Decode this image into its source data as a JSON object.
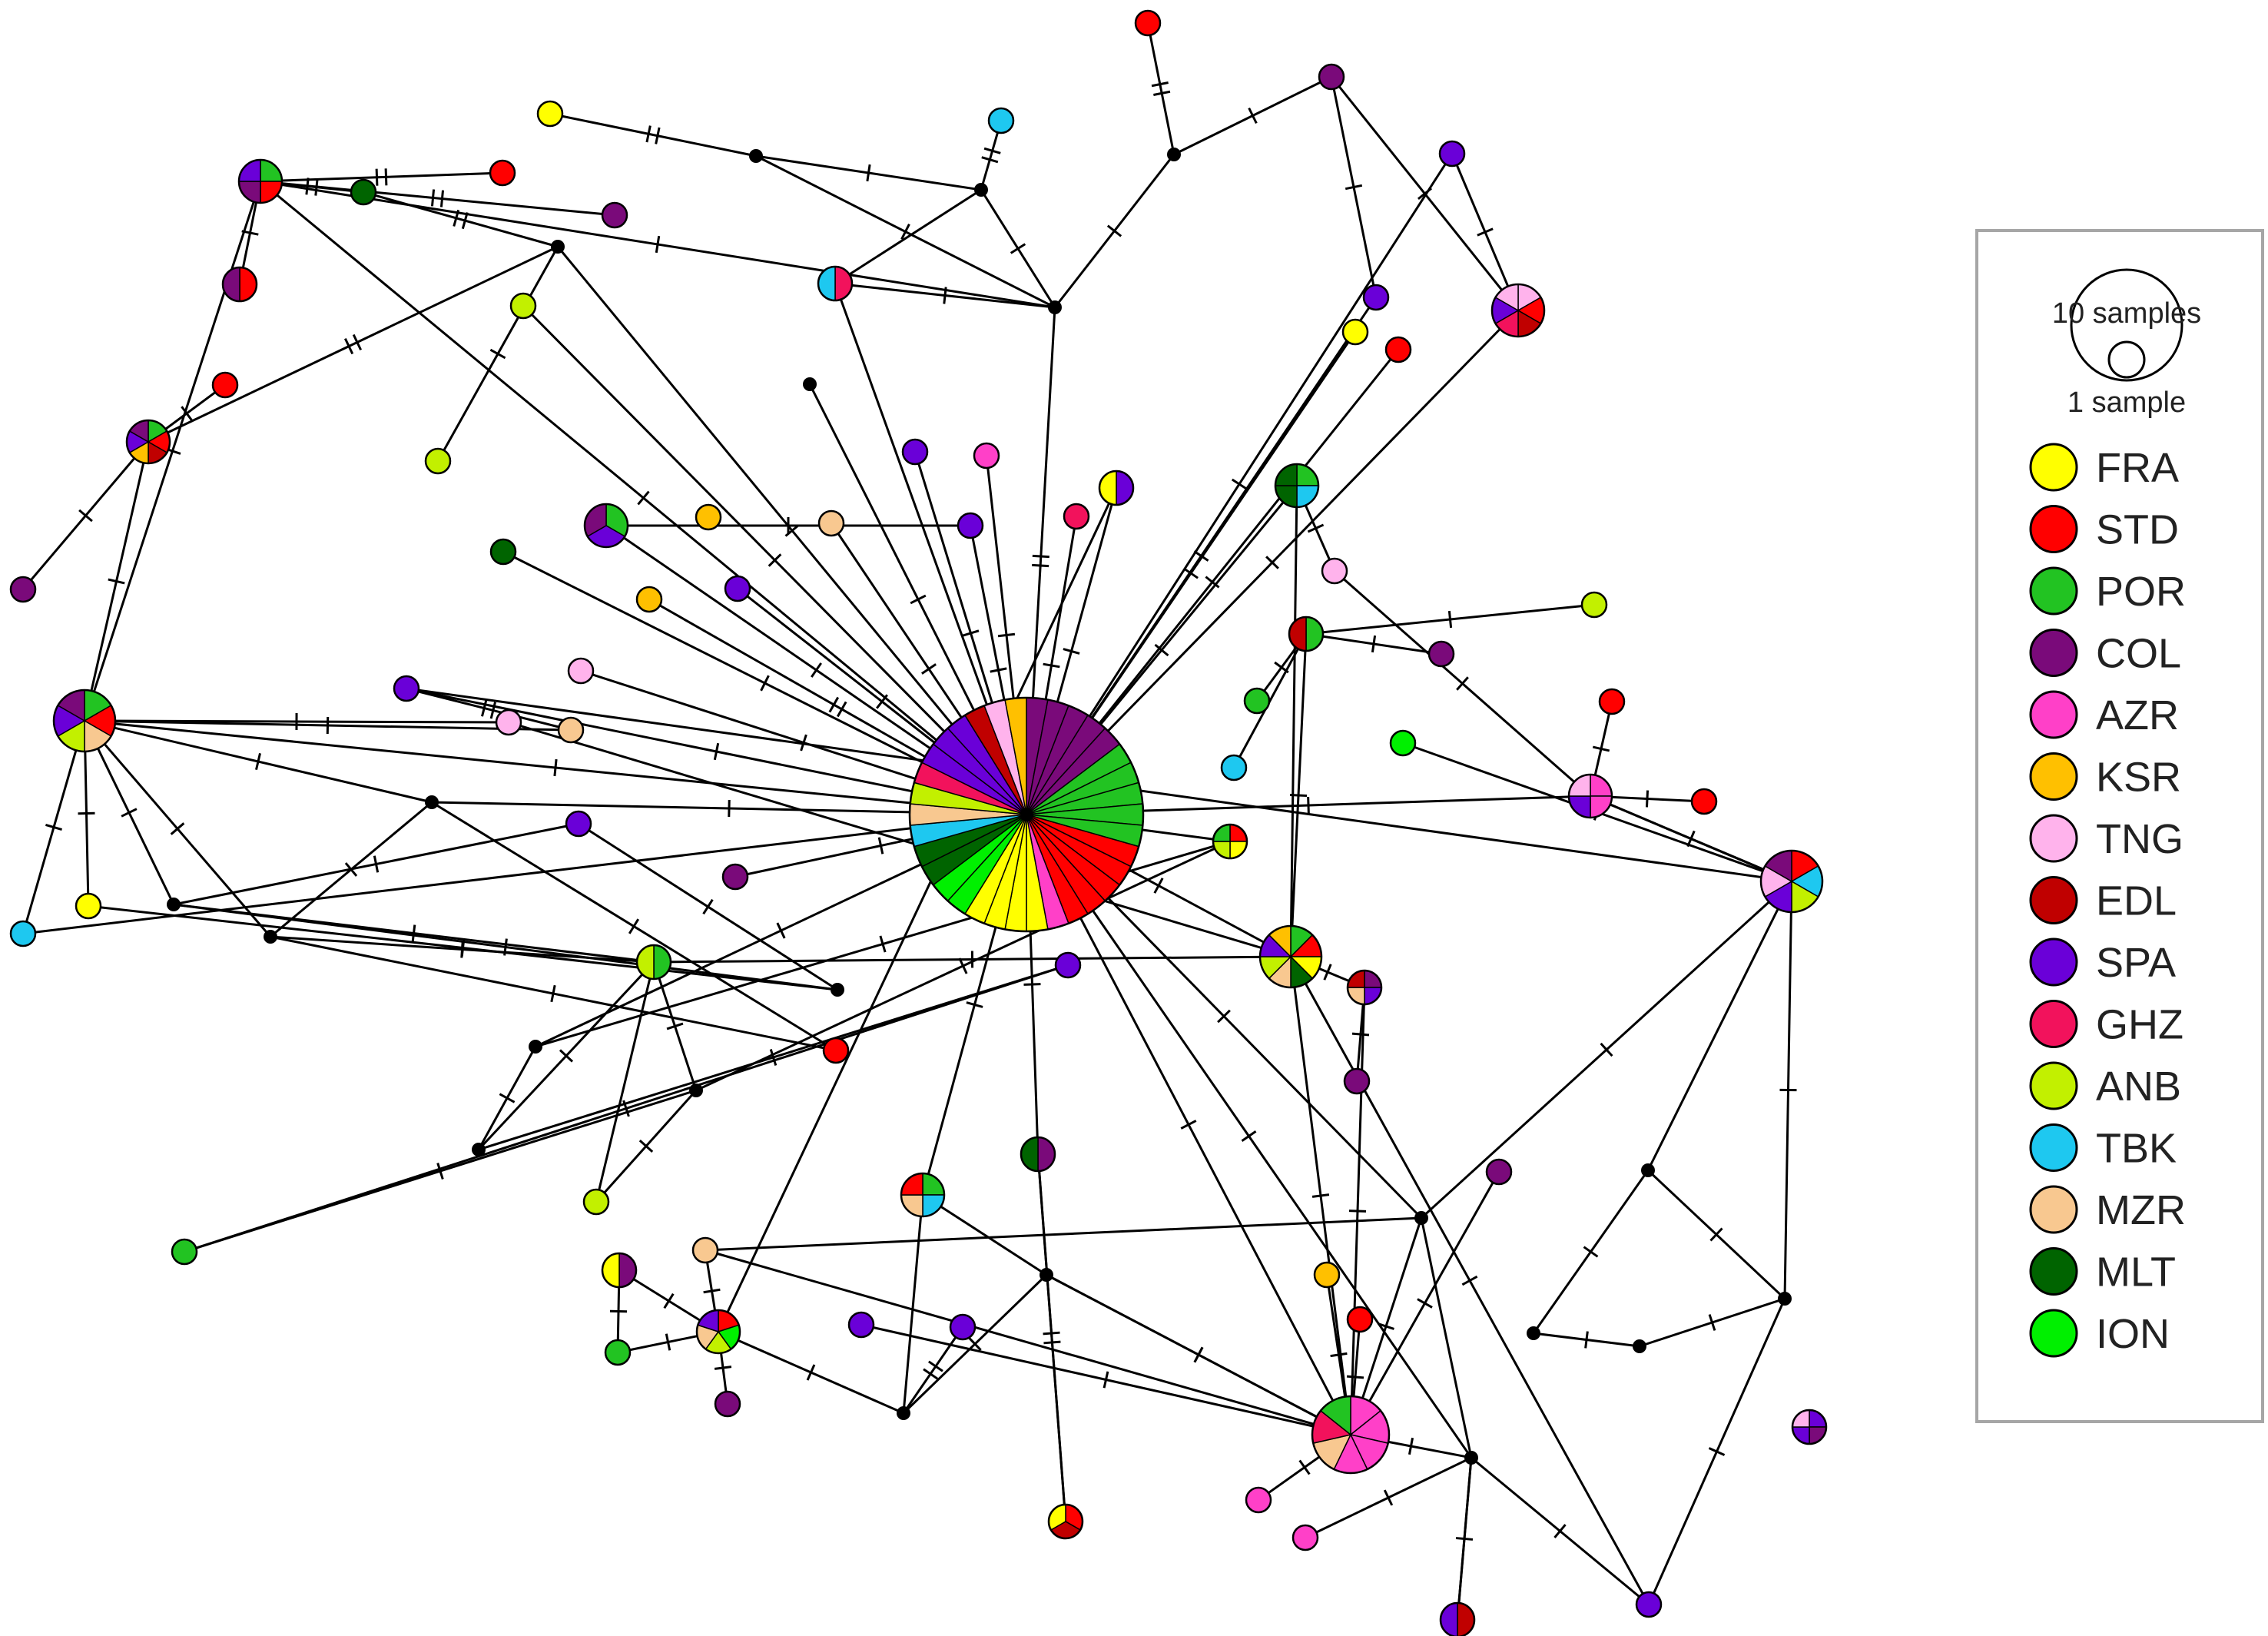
{
  "legend": {
    "size_large_label": "10 samples",
    "size_small_label": "1 sample",
    "populations": [
      {
        "code": "FRA",
        "color": "#FFFF00"
      },
      {
        "code": "STD",
        "color": "#FF0000"
      },
      {
        "code": "POR",
        "color": "#22C322"
      },
      {
        "code": "COL",
        "color": "#7A0A7A"
      },
      {
        "code": "AZR",
        "color": "#FF40C8"
      },
      {
        "code": "KSR",
        "color": "#FFC000"
      },
      {
        "code": "TNG",
        "color": "#FFB3EC"
      },
      {
        "code": "EDL",
        "color": "#C00000"
      },
      {
        "code": "SPA",
        "color": "#6A00D8"
      },
      {
        "code": "GHZ",
        "color": "#F2125C"
      },
      {
        "code": "ANB",
        "color": "#C2F000"
      },
      {
        "code": "TBK",
        "color": "#1EC8F0"
      },
      {
        "code": "MZR",
        "color": "#F8C890"
      },
      {
        "code": "MLT",
        "color": "#006400"
      },
      {
        "code": "ION",
        "color": "#00F000"
      }
    ]
  },
  "network": {
    "type": "haplotype-network",
    "haplotypes": [
      {
        "id": "H1",
        "samples": 30,
        "pops": [
          "COL",
          "COL",
          "COL",
          "COL",
          "COL",
          "POR",
          "POR",
          "POR",
          "POR",
          "POR",
          "STD",
          "STD",
          "STD",
          "STD",
          "STD",
          "AZR",
          "FRA",
          "FRA",
          "FRA",
          "FRA",
          "ION",
          "ION",
          "MLT",
          "MLT",
          "TBK",
          "MZR",
          "ANB",
          "GHZ",
          "SPA",
          "SPA",
          "SPA",
          "EDL",
          "TNG",
          "KSR"
        ]
      },
      {
        "id": "H2",
        "samples": 4,
        "pops": [
          "POR",
          "STD",
          "MZR",
          "ANB",
          "SPA",
          "COL"
        ]
      },
      {
        "id": "H3",
        "samples": 2,
        "pops": [
          "POR",
          "STD",
          "EDL",
          "KSR",
          "SPA",
          "COL"
        ]
      },
      {
        "id": "H4",
        "samples": 2,
        "pops": [
          "POR",
          "STD",
          "COL",
          "SPA"
        ]
      },
      {
        "id": "H5",
        "samples": 2,
        "pops": [
          "POR",
          "SPA",
          "COL"
        ]
      },
      {
        "id": "H6",
        "samples": 3,
        "pops": [
          "TNG",
          "STD",
          "EDL",
          "GHZ",
          "SPA",
          "TNG"
        ]
      },
      {
        "id": "H7",
        "samples": 2,
        "pops": [
          "POR",
          "TBK",
          "MLT",
          "MLT"
        ]
      },
      {
        "id": "H8",
        "samples": 1,
        "pops": [
          "STD",
          "FRA",
          "ANB",
          "POR"
        ]
      },
      {
        "id": "H9",
        "samples": 2,
        "pops": [
          "AZR",
          "AZR",
          "SPA",
          "TNG"
        ]
      },
      {
        "id": "H10",
        "samples": 4,
        "pops": [
          "STD",
          "TBK",
          "ANB",
          "SPA",
          "TNG",
          "COL"
        ]
      },
      {
        "id": "H11",
        "samples": 4,
        "pops": [
          "POR",
          "STD",
          "FRA",
          "MLT",
          "MZR",
          "ANB",
          "SPA",
          "KSR"
        ]
      },
      {
        "id": "H12",
        "samples": 1,
        "pops": [
          "COL",
          "SPA",
          "MZR",
          "EDL"
        ]
      },
      {
        "id": "H13",
        "samples": 1,
        "pops": [
          "POR",
          "ANB"
        ]
      },
      {
        "id": "H14",
        "samples": 1,
        "pops": [
          "GHZ",
          "TBK"
        ]
      },
      {
        "id": "H15",
        "samples": 1,
        "pops": [
          "POR",
          "EDL"
        ]
      },
      {
        "id": "H16",
        "samples": 2,
        "pops": [
          "POR",
          "TBK",
          "MZR",
          "STD"
        ]
      },
      {
        "id": "H17",
        "samples": 1,
        "pops": [
          "COL",
          "MLT"
        ]
      },
      {
        "id": "H18",
        "samples": 1,
        "pops": [
          "SPA",
          "FRA"
        ]
      },
      {
        "id": "H19",
        "samples": 2,
        "pops": [
          "STD",
          "ION",
          "ANB",
          "MZR",
          "SPA"
        ]
      },
      {
        "id": "H20",
        "samples": 1,
        "pops": [
          "COL",
          "FRA"
        ]
      },
      {
        "id": "H21",
        "samples": 6,
        "pops": [
          "AZR",
          "AZR",
          "AZR",
          "AZR",
          "MZR",
          "GHZ",
          "POR"
        ]
      },
      {
        "id": "H22",
        "samples": 1,
        "pops": [
          "STD",
          "EDL",
          "FRA"
        ]
      },
      {
        "id": "H23",
        "samples": 1,
        "pops": [
          "POR",
          "TBK"
        ]
      },
      {
        "id": "H24",
        "samples": 1,
        "pops": [
          "SPA",
          "COL",
          "SPA",
          "TNG"
        ]
      },
      {
        "id": "H25",
        "samples": 1,
        "pops": [
          "EDL",
          "SPA"
        ]
      },
      {
        "id": "H26",
        "samples": 1,
        "pops": [
          "STD",
          "COL"
        ]
      }
    ]
  }
}
